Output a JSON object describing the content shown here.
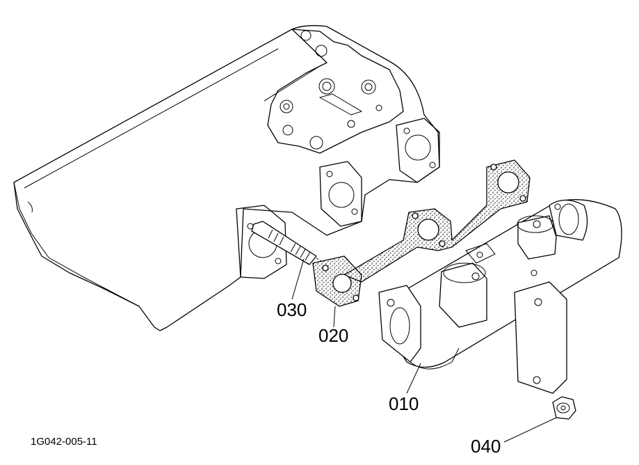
{
  "diagram": {
    "drawing_code": "1G042-005-11",
    "callouts": [
      {
        "id": "c010",
        "label": "010"
      },
      {
        "id": "c020",
        "label": "020"
      },
      {
        "id": "c030",
        "label": "030"
      },
      {
        "id": "c040",
        "label": "040"
      }
    ]
  }
}
